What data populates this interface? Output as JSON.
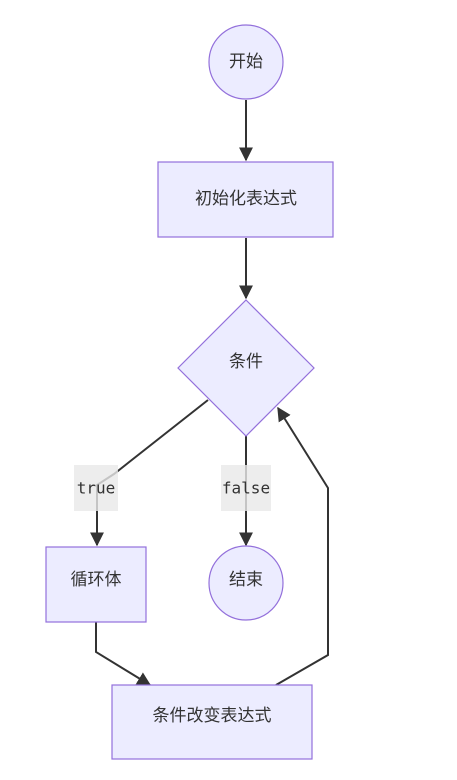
{
  "nodes": {
    "start": "开始",
    "init": "初始化表达式",
    "condition": "条件",
    "body": "循环体",
    "end": "结束",
    "update": "条件改变表达式"
  },
  "edge_labels": {
    "true": "true",
    "false": "false"
  },
  "colors": {
    "node_fill": "#ececff",
    "node_stroke": "#9370db",
    "edge": "#333333",
    "label_bg": "#e8e8e8",
    "text": "#333333"
  }
}
